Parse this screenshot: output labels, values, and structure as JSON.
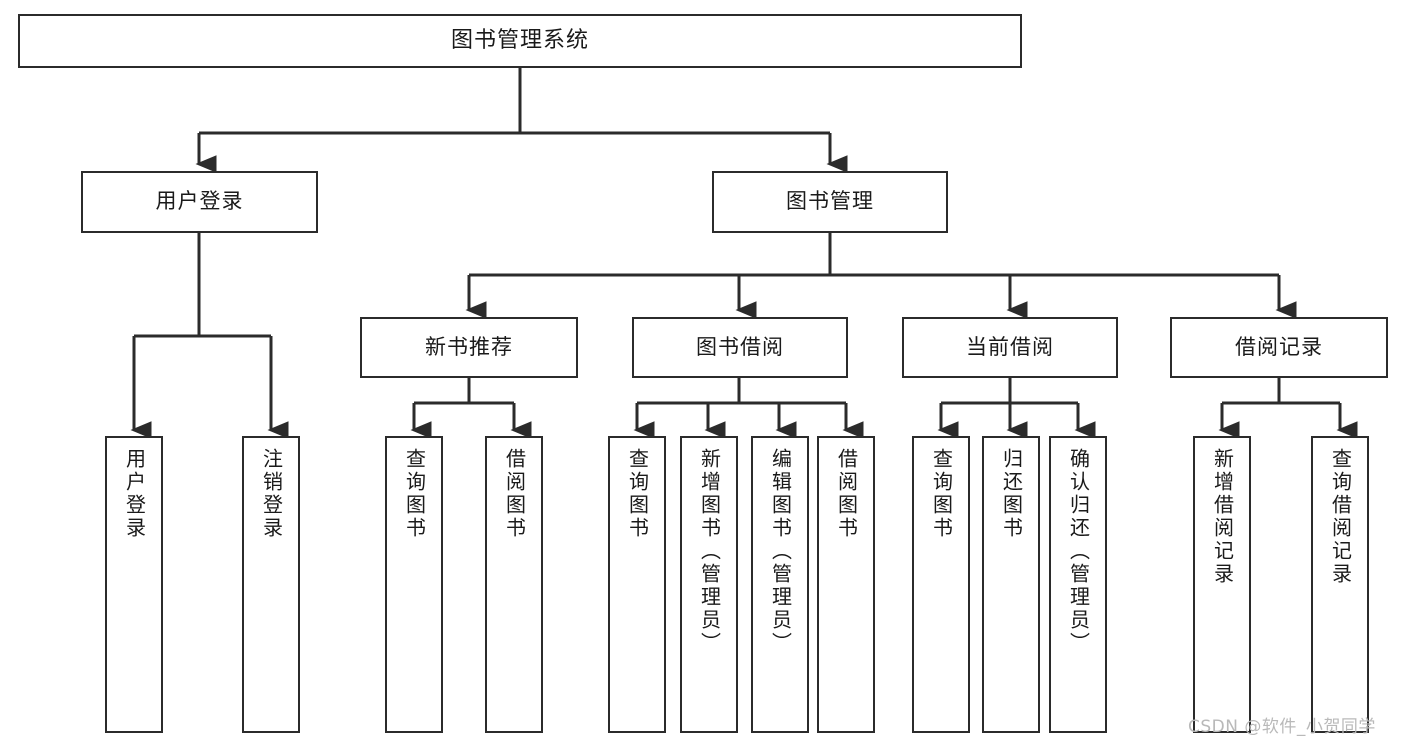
{
  "diagram": {
    "title": "图书管理系统",
    "type": "tree-hierarchy-chart",
    "watermark": "CSDN @软件_小贺同学",
    "colors": {
      "box_border": "#2b2b2b",
      "box_fill": "#ffffff",
      "connector": "#2b2b2b",
      "text": "#1a1a1a",
      "watermark": "#b9b9b9",
      "background": "#ffffff"
    }
  },
  "root": {
    "label": "图书管理系统"
  },
  "level2": [
    {
      "label": "用户登录"
    },
    {
      "label": "图书管理"
    }
  ],
  "level3": [
    {
      "label": "新书推荐"
    },
    {
      "label": "图书借阅"
    },
    {
      "label": "当前借阅"
    },
    {
      "label": "借阅记录"
    }
  ],
  "leaves": {
    "user_login": [
      {
        "label": "用户登录"
      },
      {
        "label": "注销登录"
      }
    ],
    "new_book_recommend": [
      {
        "label": "查询图书"
      },
      {
        "label": "借阅图书"
      }
    ],
    "book_borrow": [
      {
        "label": "查询图书"
      },
      {
        "label": "新增图书（管理员）"
      },
      {
        "label": "编辑图书（管理员）"
      },
      {
        "label": "借阅图书"
      }
    ],
    "current_borrow": [
      {
        "label": "查询图书"
      },
      {
        "label": "归还图书"
      },
      {
        "label": "确认归还（管理员）"
      }
    ],
    "borrow_record": [
      {
        "label": "新增借阅记录"
      },
      {
        "label": "查询借阅记录"
      }
    ]
  }
}
